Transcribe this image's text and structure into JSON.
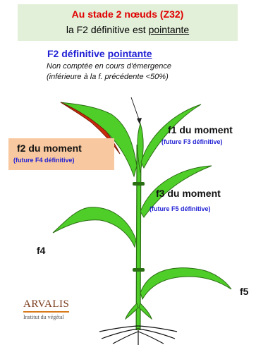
{
  "header": {
    "line1": "Au stade 2 nœuds (Z32)",
    "line2_prefix": "la F2 définitive est ",
    "line2_emphasis": "pointante"
  },
  "annotation": {
    "title_prefix": "F2 définitive ",
    "title_emphasis": "pointante",
    "note_line1": "Non comptée en cours d'émergence",
    "note_line2": "(inférieure à la f. précédente <50%)"
  },
  "leaves": {
    "f1": {
      "label": "f1 du moment",
      "sub": "(future F3 définitive)"
    },
    "f2": {
      "label": "f2 du moment",
      "sub": "(future F4 définitive)"
    },
    "f3": {
      "label": "f3 du moment",
      "sub": "(future F5 définitive)"
    },
    "f4": {
      "label": "f4"
    },
    "f5": {
      "label": "f5"
    }
  },
  "logo": {
    "name": "ARVALIS",
    "tagline": "Institut du végétal"
  },
  "colors": {
    "leaf_green": "#4fce2a",
    "leaf_outline": "#2a6e12",
    "dead_leaf_red": "#cc2a0c",
    "title_red": "#e00000",
    "annotation_blue": "#1f1fd4",
    "title_bg": "#e2efd9",
    "f2_box_bg": "#f8c9a0"
  }
}
